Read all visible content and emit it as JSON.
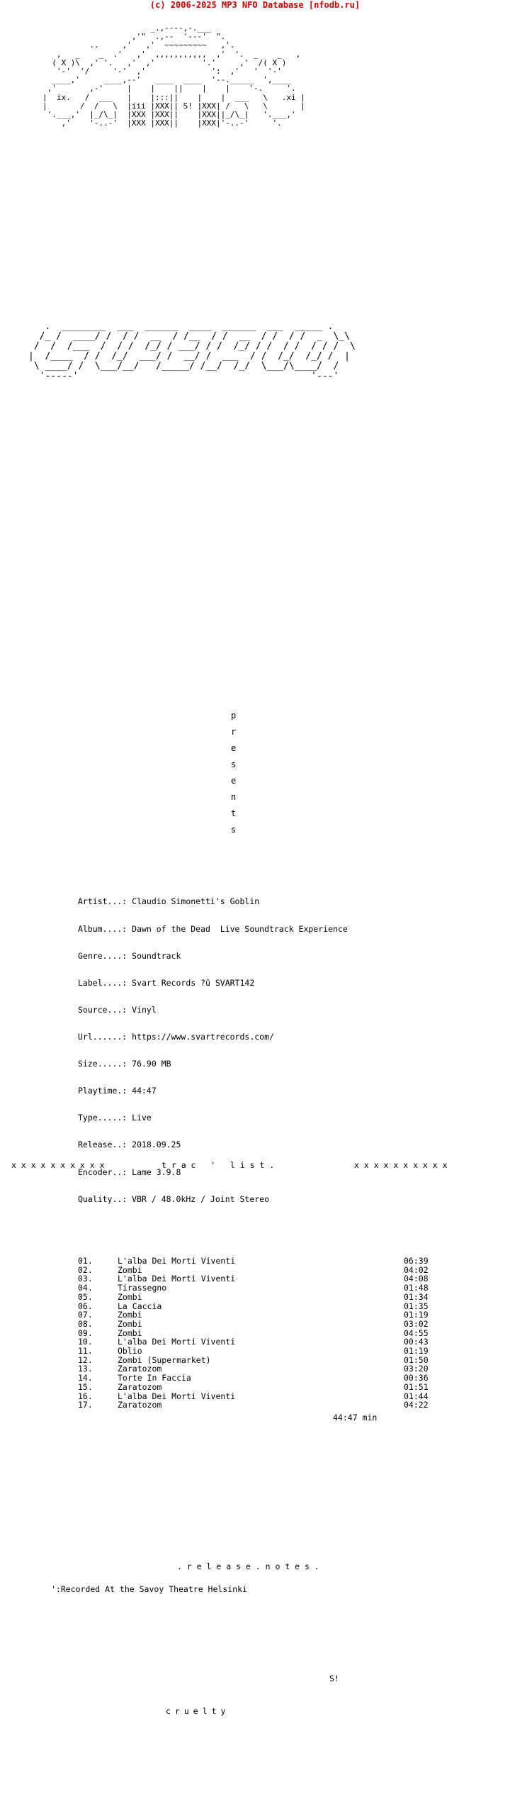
{
  "banner": "(c) 2006-2025 MP3 NFO Database [nfodb.ru]",
  "art": {
    "top": "                       _.,----,-.___\n                   ,'\"  .,--  '---'  \".\n          ..     ,'   ,'  ~~~~~~~~~   ,'.\n   ,   _    _  .'   ,'  ,,,,,,,,,,,  ,'  '.  _    _   ,\n  ( X )\\  ,' '.   ,'  ,'          '.'     ,'  /( X )\n   '-'  '/     '-'  ,'              ':  ,'   '  '-'\n  ____,'     ____,--'   ____  ____  '--._____  ',____\n ,'       ,-'     |    |    ||    |    |    '-.     '.\n|  ix.   /  ___   |    |:::||    |    |  ___   \\   .xi |\n|       /  /   \\  |iii |XXX|| S! |XXX| /   \\   \\       |\n '.___,'  |_/\\_|  |XXX |XXX||    |XXX||_/\\_|   '.___,'\n    ,'    '-..-'  |XXX |XXX||    |XXX|'-..-'     '.",
    "mid": "   .  ________  ___  ______  ____  ______  ___  _____ .\n  /_ /  ____/ /  / /  __  / /__  / /  __  / /  / /  _  \\_\\\n /  /  /___  /  / /  /_/ / ___/ / /  /_/ / /  / /  / / /  \\\n|  /____  / /  /_/  ___/ /  __/ /  ___  / /  /_/  /_/ /  |\n \\ ____/ /  \\___/__/   /_____/ /__/  /_/  \\___/\\____/  /\n  '-----'                                          '---'",
    "presents": "p\n\nr\n\ne\n\ns\n\ne\n\nn\n\nt\n\ns",
    "rn_title": ". r e l e a s e . n o t e s .",
    "tl_left": "x x x x x x x x x x",
    "tl_center": "t r a c   '   l i s t .",
    "tl_right": "x x x x x x x x x x",
    "group": "cruelty",
    "footer_tag": "S!"
  },
  "info": {
    "artist": "Artist...: Claudio Simonetti's Goblin",
    "album": "Album....: Dawn of the Dead  Live Soundtrack Experience",
    "genre": "Genre....: Soundtrack",
    "label": "Label....: Svart Records ?û SVART142",
    "source": "Source...: Vinyl",
    "url": "Url......: https://www.svartrecords.com/",
    "size": "Size.....: 76.90 MB",
    "playtime": "Playtime.: 44:47",
    "type": "Type.....: Live",
    "release": "Release..: 2018.09.25",
    "encoder": "Encoder..: Lame 3.9.8",
    "quality": "Quality..: VBR / 48.0kHz / Joint Stereo"
  },
  "tracks": [
    {
      "no": "01.",
      "title": "L'alba Dei Morti Viventi",
      "dur": "06:39"
    },
    {
      "no": "02.",
      "title": "Zombi",
      "dur": "04:02"
    },
    {
      "no": "03.",
      "title": "L'alba Dei Morti Viventi",
      "dur": "04:08"
    },
    {
      "no": "04.",
      "title": "Tirassegno",
      "dur": "01:48"
    },
    {
      "no": "05.",
      "title": "Zombi",
      "dur": "01:34"
    },
    {
      "no": "06.",
      "title": "La Caccia",
      "dur": "01:35"
    },
    {
      "no": "07.",
      "title": "Zombi",
      "dur": "01:19"
    },
    {
      "no": "08.",
      "title": "Zombi",
      "dur": "03:02"
    },
    {
      "no": "09.",
      "title": "Zombi",
      "dur": "04:55"
    },
    {
      "no": "10.",
      "title": "L'alba Dei Morti Viventi",
      "dur": "00:43"
    },
    {
      "no": "11.",
      "title": "Oblio",
      "dur": "01:19"
    },
    {
      "no": "12.",
      "title": "Zombi (Supermarket)",
      "dur": "01:50"
    },
    {
      "no": "13.",
      "title": "Zaratozom",
      "dur": "03:20"
    },
    {
      "no": "14.",
      "title": "Torte In Faccia",
      "dur": "00:36"
    },
    {
      "no": "15.",
      "title": "Zaratozom",
      "dur": "01:51"
    },
    {
      "no": "16.",
      "title": "L'alba Dei Morti Viventi",
      "dur": "01:44"
    },
    {
      "no": "17.",
      "title": "Zaratozom",
      "dur": "04:22"
    }
  ],
  "total": "44:47 min",
  "release_notes": "':Recorded At the Savoy Theatre Helsinki"
}
